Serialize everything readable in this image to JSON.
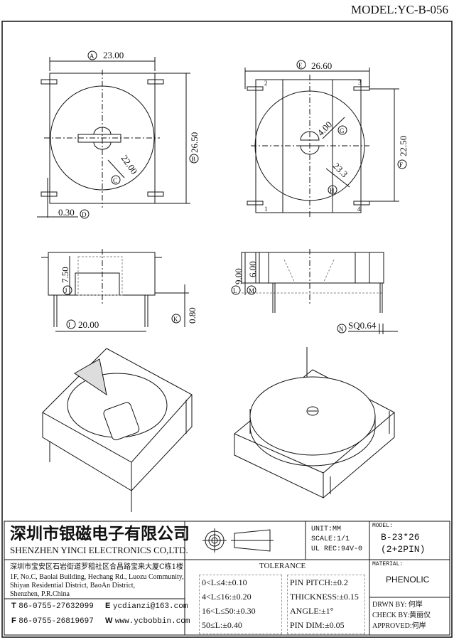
{
  "model_header": "MODEL:YC-B-056",
  "dimensions": {
    "A": {
      "tag": "A",
      "value": "23.00"
    },
    "B": {
      "tag": "B",
      "value": "26.50"
    },
    "C": {
      "tag": "C",
      "value": "22.00"
    },
    "D": {
      "tag": "D",
      "value": "0.30"
    },
    "E": {
      "tag": "E",
      "value": "26.60"
    },
    "F": {
      "tag": "F",
      "value": "22.50"
    },
    "G": {
      "tag": "G",
      "value": "4.00"
    },
    "H": {
      "tag": "H",
      "value": "23.3"
    },
    "I": {
      "tag": "I",
      "value": "20.00"
    },
    "J": {
      "tag": "J",
      "value": "7.50"
    },
    "K": {
      "tag": "K",
      "value": "0.80"
    },
    "L": {
      "tag": "L",
      "value": "9.00"
    },
    "M": {
      "tag": "M",
      "value": "6.00"
    },
    "N": {
      "tag": "N",
      "value": "SQ0.64"
    }
  },
  "pin_numbers": [
    "1",
    "2",
    "3",
    "4"
  ],
  "title_block": {
    "company_cn": "深圳市银磁电子有限公司",
    "company_en": "SHENZHEN YINCI ELECTRONICS CO,LTD.",
    "address_cn": "深圳市宝安区石岩街道罗租社区合昌路宝来大厦C栋1楼",
    "address_en": [
      "1F, No.C, Baolai Building, Hechang Rd., Luozu Community,",
      "Shiyan Residential District, BaoAn District,",
      "Shenzhen, P.R.China"
    ],
    "contacts": [
      {
        "key": "T",
        "value": "86-0755-27632099"
      },
      {
        "key": "E",
        "value": "ycdianzi@163.com"
      },
      {
        "key": "F",
        "value": "86-0755-26819697"
      },
      {
        "key": "W",
        "value": "www.ycbobbin.com"
      }
    ],
    "unit": "UNIT:MM",
    "scale": "SCALE:1/1",
    "ul_rec": "UL REC:94V-0",
    "model_label": "MODEL:",
    "model_value": "B-23*26",
    "model_pins": "(2+2PIN)",
    "material_label": "MATERIAL:",
    "material_value": "PHENOLIC",
    "tolerance_title": "TOLERANCE",
    "tolerance_left": [
      "0<L≤4:±0.10",
      "4<L≤16:±0.20",
      "16<L≤50:±0.30",
      "50≤L:±0.40"
    ],
    "tolerance_right": [
      "PIN PITCH:±0.2",
      "THICKNESS:±0.15",
      "ANGLE:±1°",
      "PIN DIM:±0.05"
    ],
    "drawn_by": "DRWN BY: 何岸",
    "check_by": "CHECK BY:黄丽仪",
    "approved": "APPROVED:何岸"
  }
}
